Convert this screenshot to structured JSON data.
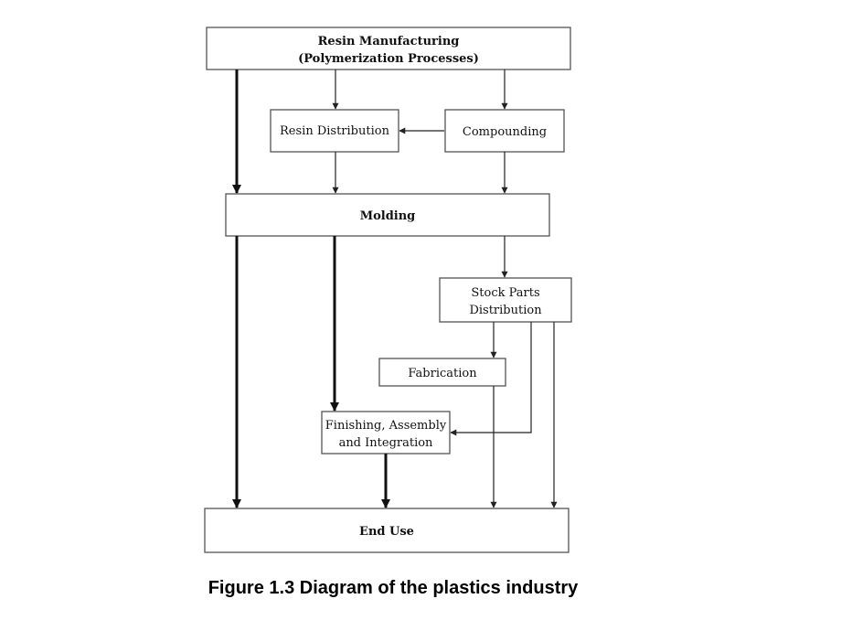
{
  "nodes": {
    "resin_manufacturing": {
      "line1": "Resin Manufacturing",
      "line2": "(Polymerization Processes)"
    },
    "resin_distribution": {
      "label": "Resin Distribution"
    },
    "compounding": {
      "label": "Compounding"
    },
    "molding": {
      "label": "Molding"
    },
    "stock_parts_distribution": {
      "line1": "Stock Parts",
      "line2": "Distribution"
    },
    "fabrication": {
      "label": "Fabrication"
    },
    "finishing_assembly": {
      "line1": "Finishing, Assembly",
      "line2": "and Integration"
    },
    "end_use": {
      "label": "End Use"
    }
  },
  "caption": "Figure 1.3 Diagram of the plastics industry"
}
